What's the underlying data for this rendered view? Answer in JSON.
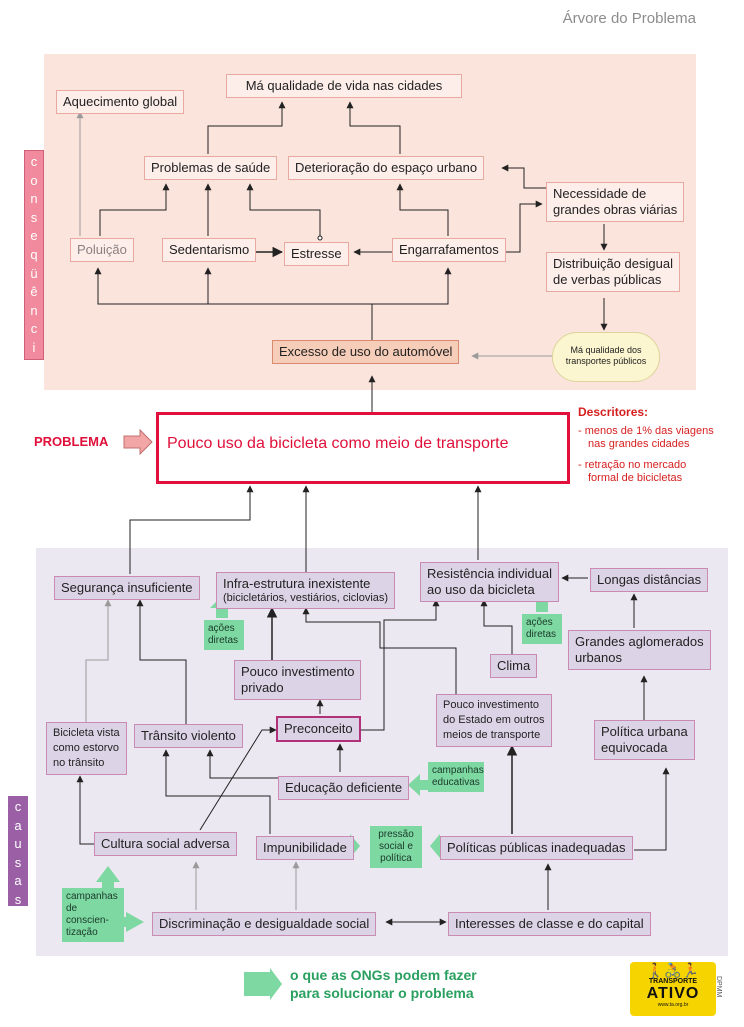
{
  "header": {
    "title": "Árvore do Problema"
  },
  "side_labels": {
    "consequencias": "conseqüências",
    "causas": "causas"
  },
  "problem": {
    "tag": "PROBLEMA",
    "text": "Pouco uso da bicicleta como meio de transporte"
  },
  "descritores": {
    "title": "Descritores:",
    "item1_line1": "- menos de 1% das viagens",
    "item1_line2": "nas grandes cidades",
    "item2_line1": "- retração no mercado",
    "item2_line2": "formal de bicicletas"
  },
  "consequences": {
    "aquecimento": "Aquecimento global",
    "ma_qualidade_vida": "Má qualidade de vida nas cidades",
    "problemas_saude": "Problemas de saúde",
    "deterioracao": "Deterioração do espaço urbano",
    "necessidade_l1": "Necessidade de",
    "necessidade_l2": "grandes obras viárias",
    "poluicao": "Poluição",
    "sedentarismo": "Sedentarismo",
    "estresse": "Estresse",
    "engarrafamentos": "Engarrafamentos",
    "distribuicao_l1": "Distribuição desigual",
    "distribuicao_l2": "de verbas públicas",
    "excesso": "Excesso de uso do automóvel",
    "ma_qualidade_transp_l1": "Má qualidade dos",
    "ma_qualidade_transp_l2": "transportes públicos"
  },
  "causes": {
    "seguranca": "Segurança insuficiente",
    "infra_l1": "Infra-estrutura inexistente",
    "infra_l2": "(bicicletários, vestiários, ciclovias)",
    "resistencia_l1": "Resistência individual",
    "resistencia_l2": "ao uso da bicicleta",
    "longas": "Longas distâncias",
    "clima": "Clima",
    "grandes_aglo_l1": "Grandes aglomerados",
    "grandes_aglo_l2": "urbanos",
    "pouco_priv_l1": "Pouco investimento",
    "pouco_priv_l2": "privado",
    "pouco_estado_l1": "Pouco investimento",
    "pouco_estado_l2": "do Estado em outros",
    "pouco_estado_l3": "meios de transporte",
    "preconceito": "Preconceito",
    "politica_urbana_l1": "Política urbana",
    "politica_urbana_l2": "equivocada",
    "bicicleta_vista_l1": "Bicicleta vista",
    "bicicleta_vista_l2": "como estorvo",
    "bicicleta_vista_l3": "no trânsito",
    "transito": "Trânsito violento",
    "educacao": "Educação deficiente",
    "cultura": "Cultura social adversa",
    "impunibilidade": "Impunibilidade",
    "politicas_pub": "Políticas públicas inadequadas",
    "discriminacao": "Discriminação e desigualdade social",
    "interesses": "Interesses de classe e do capital"
  },
  "actions": {
    "acoes1_l1": "ações",
    "acoes1_l2": "diretas",
    "acoes2_l1": "ações",
    "acoes2_l2": "diretas",
    "campanhas_edu_l1": "campanhas",
    "campanhas_edu_l2": "educativas",
    "pressao_l1": "pressão",
    "pressao_l2": "social e",
    "pressao_l3": "política",
    "campanhas_consc_l1": "campanhas",
    "campanhas_consc_l2": "de conscien-",
    "campanhas_consc_l3": "tização"
  },
  "legend": {
    "line1": "o que as ONGs podem fazer",
    "line2": "para solucionar o problema"
  },
  "logo": {
    "top": "TRANSPORTE",
    "main": "ATIVO",
    "url": "www.ta.org.br"
  },
  "author": "DPMM",
  "colors": {
    "problem_red": "#e0103a",
    "descritores_red": "#d62020",
    "consequencias_bg": "#fbe4dc",
    "causas_bg": "#ece8f1",
    "action_green": "#7ed8a2",
    "side_label_bg": "#f08a9c",
    "side_label_causas_bg": "#9a5fa5"
  }
}
